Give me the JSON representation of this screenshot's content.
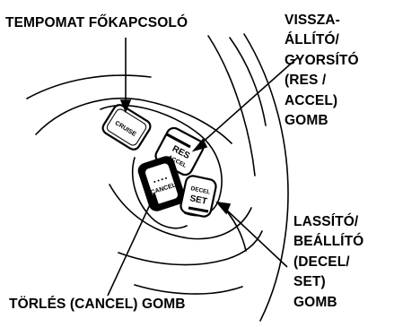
{
  "labels": {
    "main_switch": "TEMPOMAT FŐKAPCSOLÓ",
    "res_accel": [
      "VISSZA-",
      "ÁLLÍTÓ/",
      "GYORSÍTÓ",
      "(RES /",
      "ACCEL)",
      "GOMB"
    ],
    "decel_set": [
      "LASSÍTÓ/",
      "BEÁLLÍTÓ",
      "(DECEL/",
      "SET)",
      "GOMB"
    ],
    "cancel": "TÖRLÉS (CANCEL) GOMB"
  },
  "buttons": {
    "cruise": "CRUISE",
    "res": "RES",
    "accel": "ACCEL",
    "cancel": "CANCEL",
    "decel": "DECEL",
    "set": "SET"
  }
}
